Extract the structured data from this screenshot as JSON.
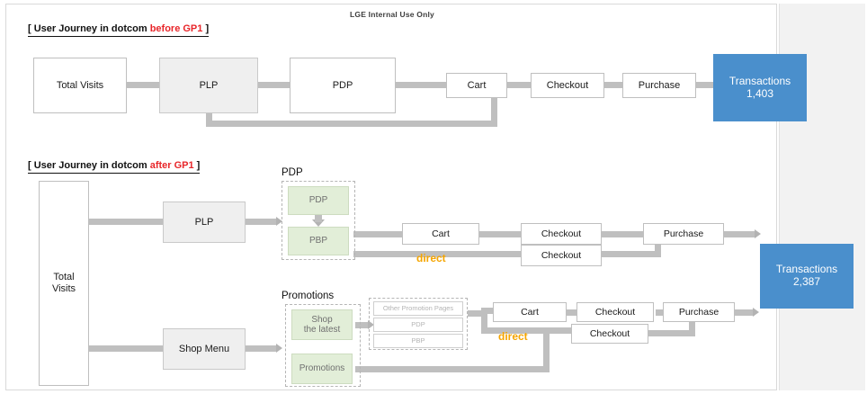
{
  "slide": {
    "confidential_notice": "LGE Internal Use Only"
  },
  "section_before": {
    "title_prefix": "[ User Journey in dotcom ",
    "title_highlight": "before GP1",
    "title_suffix": " ]",
    "nodes": {
      "total_visits": "Total Visits",
      "plp": "PLP",
      "pdp": "PDP",
      "cart": "Cart",
      "checkout": "Checkout",
      "purchase": "Purchase",
      "transactions_label": "Transactions",
      "transactions_value": "1,403"
    }
  },
  "section_after": {
    "title_prefix": "[ User Journey in dotcom ",
    "title_highlight": "after GP1",
    "title_suffix": " ]",
    "nodes": {
      "total_visits": "Total\nVisits",
      "total_visits_line1": "Total",
      "total_visits_line2": "Visits",
      "plp": "PLP",
      "shop_menu": "Shop Menu",
      "pdp_group_label": "PDP",
      "pdp_inner": "PDP",
      "pbp_inner": "PBP",
      "promotions_group_label": "Promotions",
      "shop_the_latest_line1": "Shop",
      "shop_the_latest_line2": "the latest",
      "promotions_inner": "Promotions",
      "other_promotion_pages": "Other Promotion Pages",
      "promo_pdp": "PDP",
      "promo_pbp": "PBP",
      "cart_top": "Cart",
      "checkout_top": "Checkout",
      "checkout_top_direct": "Checkout",
      "purchase_top": "Purchase",
      "cart_bottom": "Cart",
      "checkout_bottom": "Checkout",
      "checkout_bottom_direct": "Checkout",
      "purchase_bottom": "Purchase",
      "transactions_label": "Transactions",
      "transactions_value": "2,387"
    },
    "annotations": {
      "direct_top": "direct",
      "direct_bottom": "direct"
    }
  },
  "colors": {
    "accent_blue": "#4a8fcc",
    "highlight_red": "#e8262a",
    "direct_orange": "#f5a500",
    "node_gray": "#efefef",
    "node_green": "#e2eed8",
    "connector_gray": "#bfbfbf",
    "right_panel": "#f2f2f2"
  }
}
